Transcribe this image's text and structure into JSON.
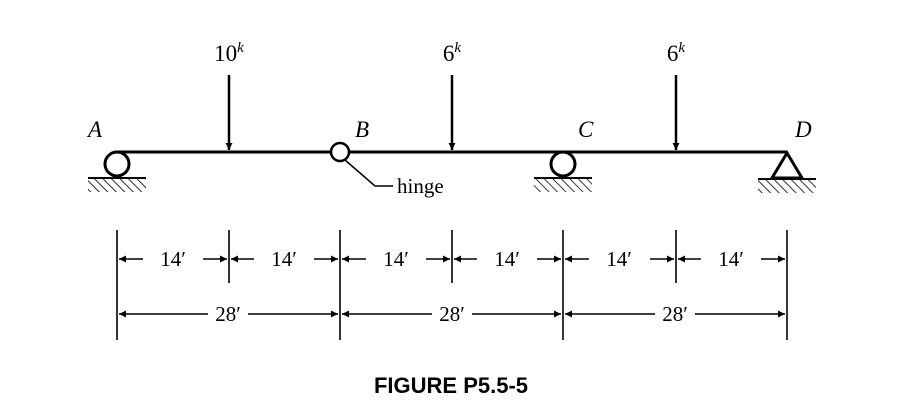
{
  "figure": {
    "caption": "FIGURE P5.5-5",
    "supports": [
      {
        "label": "A",
        "type": "roller"
      },
      {
        "label": "B",
        "type": "hinge"
      },
      {
        "label": "C",
        "type": "roller"
      },
      {
        "label": "D",
        "type": "pin"
      }
    ],
    "hinge_label": "hinge",
    "loads": [
      {
        "magnitude": "10",
        "unit": "k"
      },
      {
        "magnitude": "6",
        "unit": "k"
      },
      {
        "magnitude": "6",
        "unit": "k"
      }
    ],
    "dimensions_short": [
      "14′",
      "14′",
      "14′",
      "14′",
      "14′",
      "14′"
    ],
    "dimensions_long": [
      "28′",
      "28′",
      "28′"
    ]
  }
}
